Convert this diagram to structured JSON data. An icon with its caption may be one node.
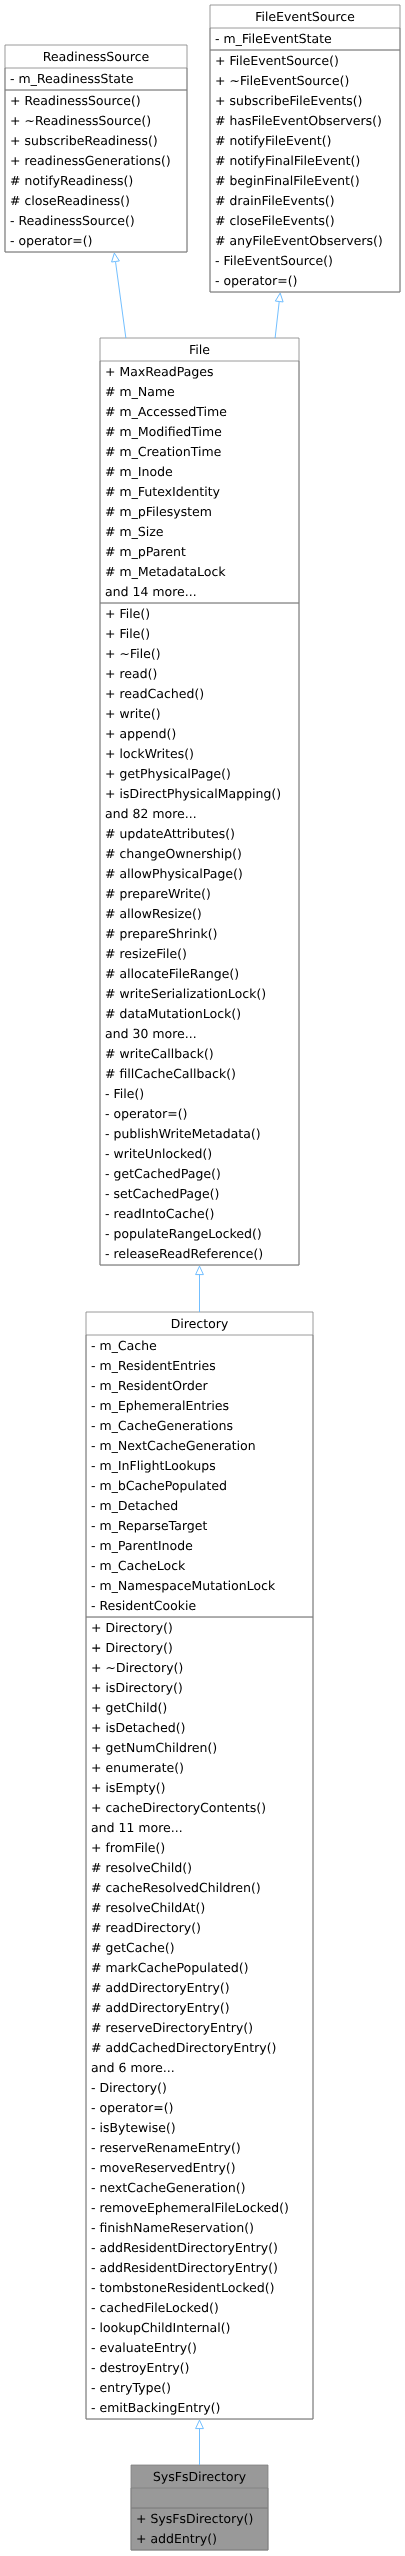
{
  "diagram": {
    "nodes": [
      {
        "text": [
          "ReadinessSource"
        ]
      },
      {
        "text": [
          "- m_ReadinessState"
        ],
        "in": 0
      },
      {
        "text": [
          "+ ReadinessSource()",
          "+ ~ReadinessSource()",
          "+ subscribeReadiness()",
          "+ readinessGenerations()",
          "# notifyReadiness()",
          "# closeReadiness()",
          "- ReadinessSource()",
          "- operator=()"
        ],
        "in": 0
      },
      {
        "text": [
          "FileEventSource"
        ]
      },
      {
        "text": [
          "- m_FileEventState"
        ],
        "in": 3
      },
      {
        "text": [
          "+ FileEventSource()",
          "+ ~FileEventSource()",
          "+ subscribeFileEvents()",
          "# hasFileEventObservers()",
          "# notifyFileEvent()",
          "# notifyFinalFileEvent()",
          "# beginFinalFileEvent()",
          "# drainFileEvents()",
          "# closeFileEvents()",
          "# anyFileEventObservers()",
          "- FileEventSource()",
          "- operator=()"
        ],
        "in": 3
      },
      {
        "text": [
          "File"
        ]
      },
      {
        "text": [
          "+ MaxReadPages",
          "# m_Name",
          "# m_AccessedTime",
          "# m_ModifiedTime",
          "# m_CreationTime",
          "# m_Inode",
          "# m_FutexIdentity",
          "# m_pFilesystem",
          "# m_Size",
          "# m_pParent",
          "# m_MetadataLock",
          "and 14 more..."
        ],
        "in": 6
      },
      {
        "text": [
          "+ File()",
          "+ File()",
          "+ ~File()",
          "+ read()",
          "+ readCached()",
          "+ write()",
          "+ append()",
          "+ lockWrites()",
          "+ getPhysicalPage()",
          "+ isDirectPhysicalMapping()",
          "and 82 more...",
          "# updateAttributes()",
          "# changeOwnership()",
          "# allowPhysicalPage()",
          "# prepareWrite()",
          "# allowResize()",
          "# prepareShrink()",
          "# resizeFile()",
          "# allocateFileRange()",
          "# writeSerializationLock()",
          "# dataMutationLock()",
          "and 30 more...",
          "# writeCallback()",
          "# fillCacheCallback()",
          "- File()",
          "- operator=()",
          "- publishWriteMetadata()",
          "- writeUnlocked()",
          "- getCachedPage()",
          "- setCachedPage()",
          "- readIntoCache()",
          "- populateRangeLocked()",
          "- releaseReadReference()"
        ],
        "in": 6
      },
      {
        "text": [
          "Directory"
        ]
      },
      {
        "text": [
          "- m_Cache",
          "- m_ResidentEntries",
          "- m_ResidentOrder",
          "- m_EphemeralEntries",
          "- m_CacheGenerations",
          "- m_NextCacheGeneration",
          "- m_InFlightLookups",
          "- m_bCachePopulated",
          "- m_Detached",
          "- m_ReparseTarget",
          "- m_ParentInode",
          "- m_CacheLock",
          "- m_NamespaceMutationLock",
          "- ResidentCookie"
        ],
        "in": 9
      },
      {
        "text": [
          "+ Directory()",
          "+ Directory()",
          "+ ~Directory()",
          "+ isDirectory()",
          "+ getChild()",
          "+ isDetached()",
          "+ getNumChildren()",
          "+ enumerate()",
          "+ isEmpty()",
          "+ cacheDirectoryContents()",
          "and 11 more...",
          "+ fromFile()",
          "# resolveChild()",
          "# cacheResolvedChildren()",
          "# resolveChildAt()",
          "# readDirectory()",
          "# getCache()",
          "# markCachePopulated()",
          "# addDirectoryEntry()",
          "# addDirectoryEntry()",
          "# reserveDirectoryEntry()",
          "# addCachedDirectoryEntry()",
          "and 6 more...",
          "- Directory()",
          "- operator=()",
          "- isBytewise()",
          "- reserveRenameEntry()",
          "- moveReservedEntry()",
          "- nextCacheGeneration()",
          "- removeEphemeralFileLocked()",
          "- finishNameReservation()",
          "- addResidentDirectoryEntry()",
          "- addResidentDirectoryEntry()",
          "- tombstoneResidentLocked()",
          "- cachedFileLocked()",
          "- lookupChildInternal()",
          "- evaluateEntry()",
          "- destroyEntry()",
          "- entryType()",
          "- emitBackingEntry()"
        ],
        "in": 9
      },
      {
        "text": [
          "SysFsDirectory"
        ]
      },
      {
        "text": [],
        "shape": "box",
        "in": 12
      },
      {
        "text": [
          "+ SysFsDirectory()",
          "+ addEntry()"
        ],
        "in": 12
      }
    ],
    "edges": [
      {
        "from": 6,
        "to": 0,
        "arrow": "to"
      },
      {
        "from": 6,
        "to": 3,
        "arrow": "to"
      },
      {
        "from": 9,
        "to": 6,
        "arrow": "to"
      },
      {
        "from": 12,
        "to": 9,
        "arrow": "to"
      }
    ]
  }
}
